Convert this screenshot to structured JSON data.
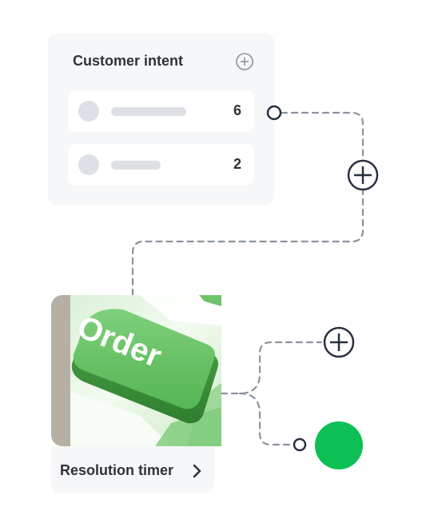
{
  "intent_card": {
    "title": "Customer intent",
    "rows": [
      {
        "count": "6"
      },
      {
        "count": "2"
      }
    ]
  },
  "timer_card": {
    "label": "Resolution timer",
    "photo_key_text": "Order"
  },
  "icons": {
    "card_add": "plus-circle-icon",
    "branch_add": "plus-circle-icon",
    "timer_open": "chevron-right-icon"
  },
  "colors": {
    "card_bg": "#f6f7f9",
    "connector": "#8b939d",
    "node_stroke": "#283040",
    "success_node": "#0dbf55",
    "key_green": "#6ec46e"
  }
}
